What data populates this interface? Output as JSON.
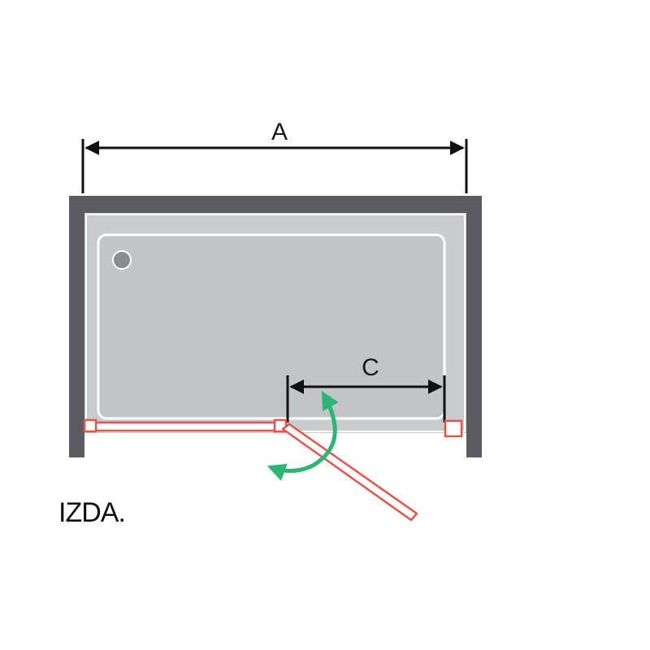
{
  "dimensions": {
    "width_label": "A",
    "opening_label": "C"
  },
  "caption": "IZDA.",
  "colors": {
    "wall": "#5c5c60",
    "tray": "#c9cbcd",
    "tray_inner": "#c2c4c6",
    "glass_panel": "#e8524a",
    "swing_arrow": "#2bb673",
    "dimension_line": "#111111",
    "drain": "#8a8c8f"
  }
}
